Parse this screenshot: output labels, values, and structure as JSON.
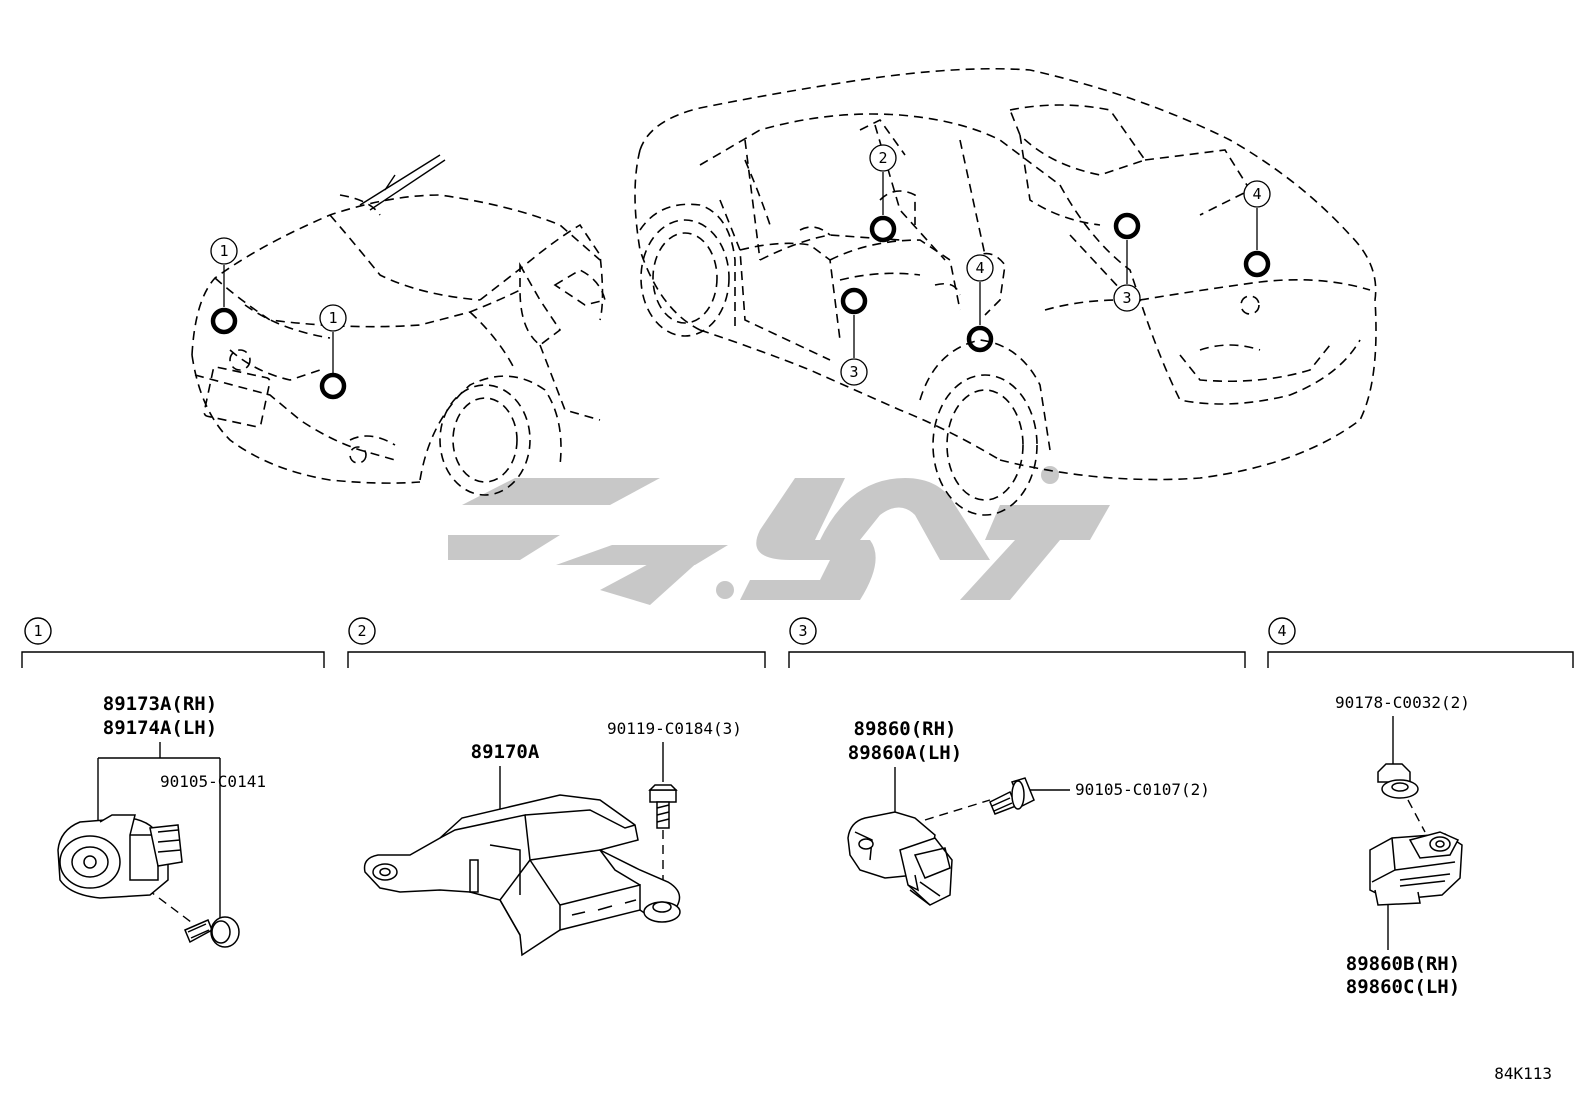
{
  "overview": {
    "callouts": [
      {
        "id": "1",
        "label": "1"
      },
      {
        "id": "1b",
        "label": "1"
      },
      {
        "id": "2",
        "label": "2"
      },
      {
        "id": "3",
        "label": "3"
      },
      {
        "id": "3b",
        "label": "3"
      },
      {
        "id": "4",
        "label": "4"
      },
      {
        "id": "4b",
        "label": "4"
      }
    ]
  },
  "sections": [
    {
      "number": "1",
      "parts": [
        "89173A(RH)",
        "89174A(LH)"
      ],
      "fastener": "90105-C0141"
    },
    {
      "number": "2",
      "parts": [
        "89170A"
      ],
      "fastener": "90119-C0184(3)"
    },
    {
      "number": "3",
      "parts": [
        "89860(RH)",
        "89860A(LH)"
      ],
      "fastener": "90105-C0107(2)"
    },
    {
      "number": "4",
      "parts": [
        "89860B(RH)",
        "89860C(LH)"
      ],
      "fastener": "90178-C0032(2)"
    }
  ],
  "diagram_ref": "84K113",
  "colors": {
    "line": "#000000",
    "watermark": "#c8c8c8"
  }
}
